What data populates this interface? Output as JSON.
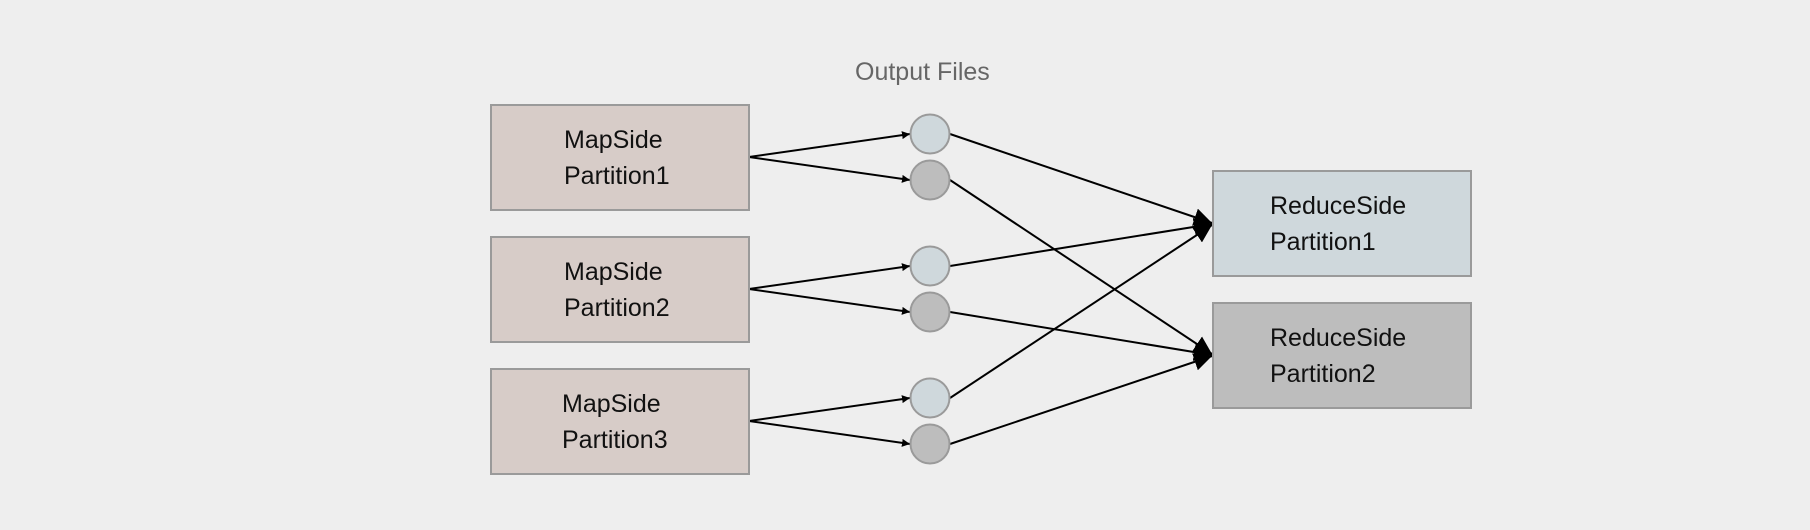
{
  "title": "Output Files",
  "map_partitions": [
    {
      "line1": "MapSide",
      "line2": "Partition1"
    },
    {
      "line1": "MapSide",
      "line2": "Partition2"
    },
    {
      "line1": "MapSide",
      "line2": "Partition3"
    }
  ],
  "reduce_partitions": [
    {
      "line1": "ReduceSide",
      "line2": "Partition1"
    },
    {
      "line1": "ReduceSide",
      "line2": "Partition2"
    }
  ],
  "colors": {
    "background": "#eeeeee",
    "map_fill": "#d7ccc8",
    "reduce_1_fill": "#cfd8dc",
    "reduce_2_fill": "#bdbdbd",
    "border": "#9a9a9a",
    "edge": "#000000"
  }
}
